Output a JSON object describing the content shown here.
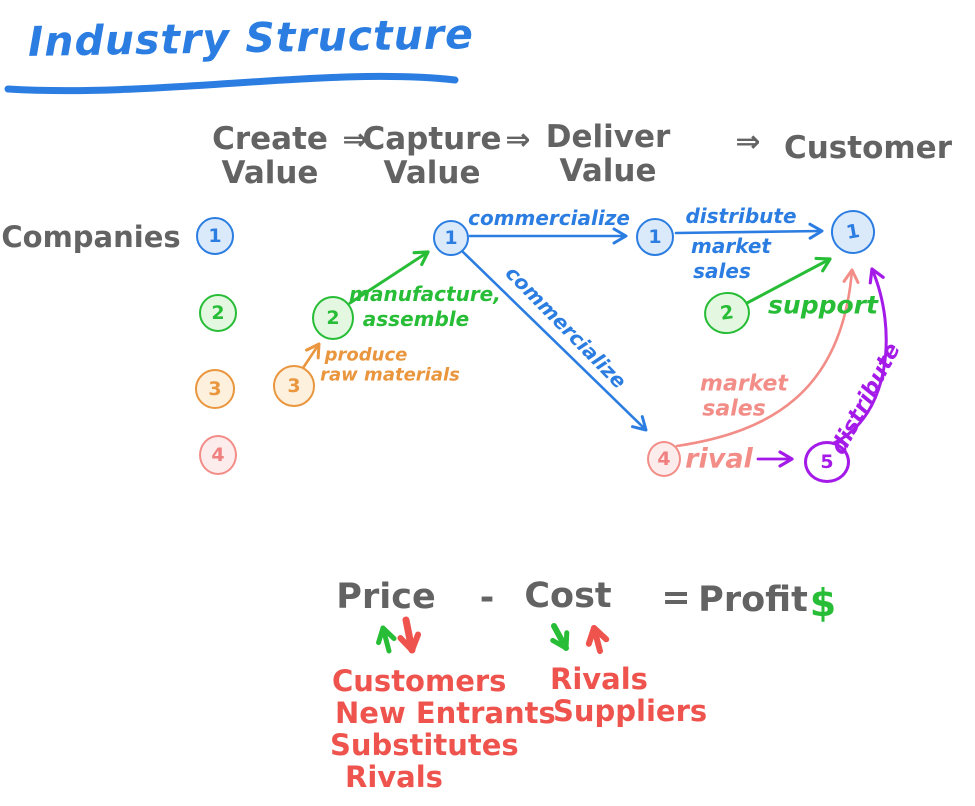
{
  "title": {
    "text": "Industry Structure"
  },
  "flow": {
    "arrow": "⇒",
    "steps": [
      {
        "line1": "Create",
        "line2": "Value"
      },
      {
        "line1": "Capture",
        "line2": "Value"
      },
      {
        "line1": "Deliver",
        "line2": "Value"
      },
      {
        "line1": "Customer",
        "line2": ""
      }
    ]
  },
  "companies": {
    "label": "Companies",
    "numbers": {
      "n1": "1",
      "n2": "2",
      "n3": "3",
      "n4": "4",
      "n5": "5"
    }
  },
  "annotations": {
    "commercialize_top": "commercialize",
    "commercialize_diagonal": "commercialize",
    "distribute_blue": "distribute",
    "market_blue": "market",
    "sales_blue": "sales",
    "support": "support",
    "manufacture": "manufacture,",
    "assemble": "assemble",
    "produce": "produce",
    "raw_materials": "raw materials",
    "market_pink": "market",
    "sales_pink": "sales",
    "rival": "rival",
    "distribute_purple": "distribute"
  },
  "equation": {
    "price": "Price",
    "minus": "-",
    "cost": "Cost",
    "equals": "=",
    "profit": "Profit",
    "currency": "$"
  },
  "price_drivers": [
    "Customers",
    "New Entrants",
    "Substitutes",
    "Rivals"
  ],
  "cost_drivers": [
    "Rivals",
    "Suppliers"
  ],
  "colors": {
    "blue": "#2b7de1",
    "blue_fill": "#dbeafb",
    "green": "#28bd36",
    "green_fill": "#e4f8e1",
    "orange": "#e9963e",
    "orange_fill": "#fdf1de",
    "pink": "#f28d88",
    "pink_fill": "#fdecec",
    "purple": "#a41ae8",
    "red": "#ee544d",
    "gray": "#636363"
  }
}
